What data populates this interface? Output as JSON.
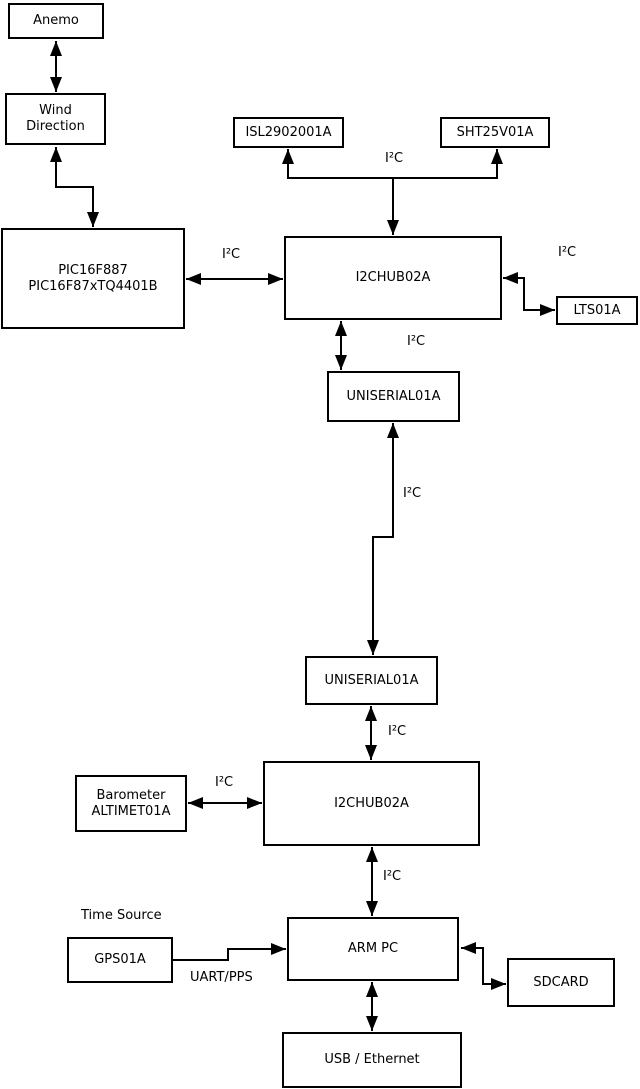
{
  "nodes": {
    "anemo": {
      "label": "Anemo"
    },
    "wind_direction": {
      "lines": [
        "Wind",
        "Direction"
      ]
    },
    "pic": {
      "lines": [
        "PIC16F887",
        "PIC16F87xTQ4401B"
      ]
    },
    "isl": {
      "label": "ISL2902001A"
    },
    "sht": {
      "label": "SHT25V01A"
    },
    "i2chub_top": {
      "label": "I2CHUB02A"
    },
    "lts": {
      "label": "LTS01A"
    },
    "uniserial_top": {
      "label": "UNISERIAL01A"
    },
    "uniserial_bottom": {
      "label": "UNISERIAL01A"
    },
    "i2chub_bottom": {
      "label": "I2CHUB02A"
    },
    "barometer": {
      "lines": [
        "Barometer",
        "ALTIMET01A"
      ]
    },
    "gps": {
      "label": "GPS01A"
    },
    "arm_pc": {
      "label": "ARM PC"
    },
    "sdcard": {
      "label": "SDCARD"
    },
    "usb_ethernet": {
      "label": "USB / Ethernet"
    }
  },
  "labels": {
    "time_source": "Time Source",
    "uart_pps": "UART/PPS",
    "i2c_isl_sht": "I²C",
    "i2c_pic_hub": "I²C",
    "i2c_lts": "I²C",
    "i2c_hub_uniserial": "I²C",
    "i2c_uniserial_link": "I²C",
    "i2c_uniserial_hub2": "I²C",
    "i2c_barometer": "I²C",
    "i2c_hub2_arm": "I²C"
  },
  "colors": {
    "line": "#000000",
    "background": "#ffffff",
    "box_fill": "#ffffff",
    "text": "#000000"
  }
}
